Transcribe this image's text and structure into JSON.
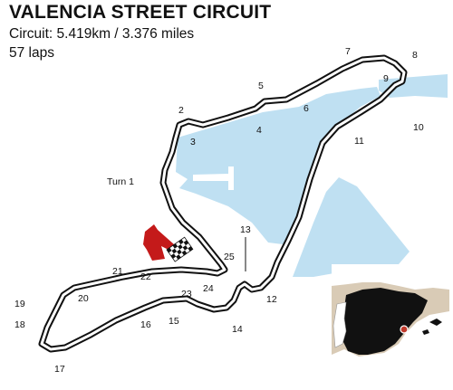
{
  "header": {
    "title": "VALENCIA STREET CIRCUIT",
    "length": "Circuit: 5.419km / 3.376 miles",
    "laps": "57 laps"
  },
  "circuit": {
    "turn_labels": [
      "Turn 1",
      "2",
      "3",
      "4",
      "5",
      "6",
      "7",
      "8",
      "9",
      "10",
      "11",
      "12",
      "13",
      "14",
      "15",
      "16",
      "17",
      "18",
      "19",
      "20",
      "21",
      "22",
      "23",
      "24",
      "25"
    ]
  },
  "colors": {
    "water": "#bfe0f2",
    "track_edge": "#111111",
    "track_surface": "#ffffff",
    "start_arrow": "#c41a1a",
    "locator_country": "#111111",
    "locator_land": "#d9cbb6",
    "locator_sea": "#ffffff",
    "locator_marker": "#c0392b"
  },
  "icons": [
    "start-arrow-icon",
    "chequered-flag-icon",
    "location-marker-icon"
  ]
}
